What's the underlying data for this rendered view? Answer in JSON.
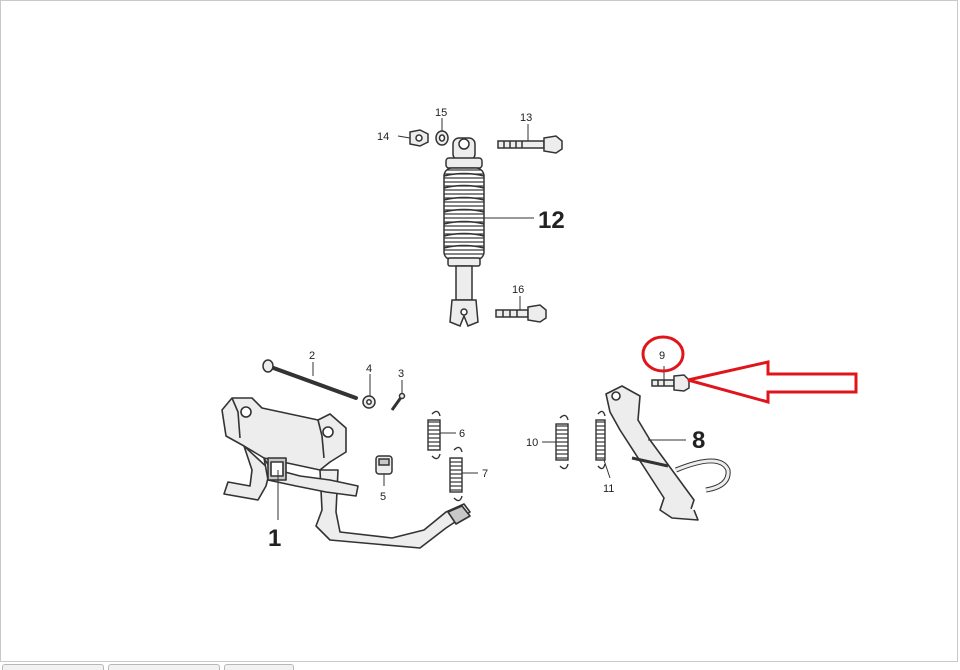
{
  "labels": {
    "p1": "1",
    "p2": "2",
    "p3": "3",
    "p4": "4",
    "p5": "5",
    "p6": "6",
    "p7": "7",
    "p8": "8",
    "p9": "9",
    "p10": "10",
    "p11": "11",
    "p12": "12",
    "p13": "13",
    "p14": "14",
    "p15": "15",
    "p16": "16"
  },
  "highlight": {
    "part": "9",
    "color": "#e0151b"
  },
  "colors": {
    "line": "#333333",
    "part_fill": "#ededed",
    "part_shade": "#c8c8c8",
    "frame": "#c9c9c9"
  },
  "icons": {
    "highlight_marker": "red-circle",
    "pointer": "red-arrow-left"
  },
  "tabs": [
    {
      "label": ""
    },
    {
      "label": ""
    },
    {
      "label": ""
    }
  ]
}
